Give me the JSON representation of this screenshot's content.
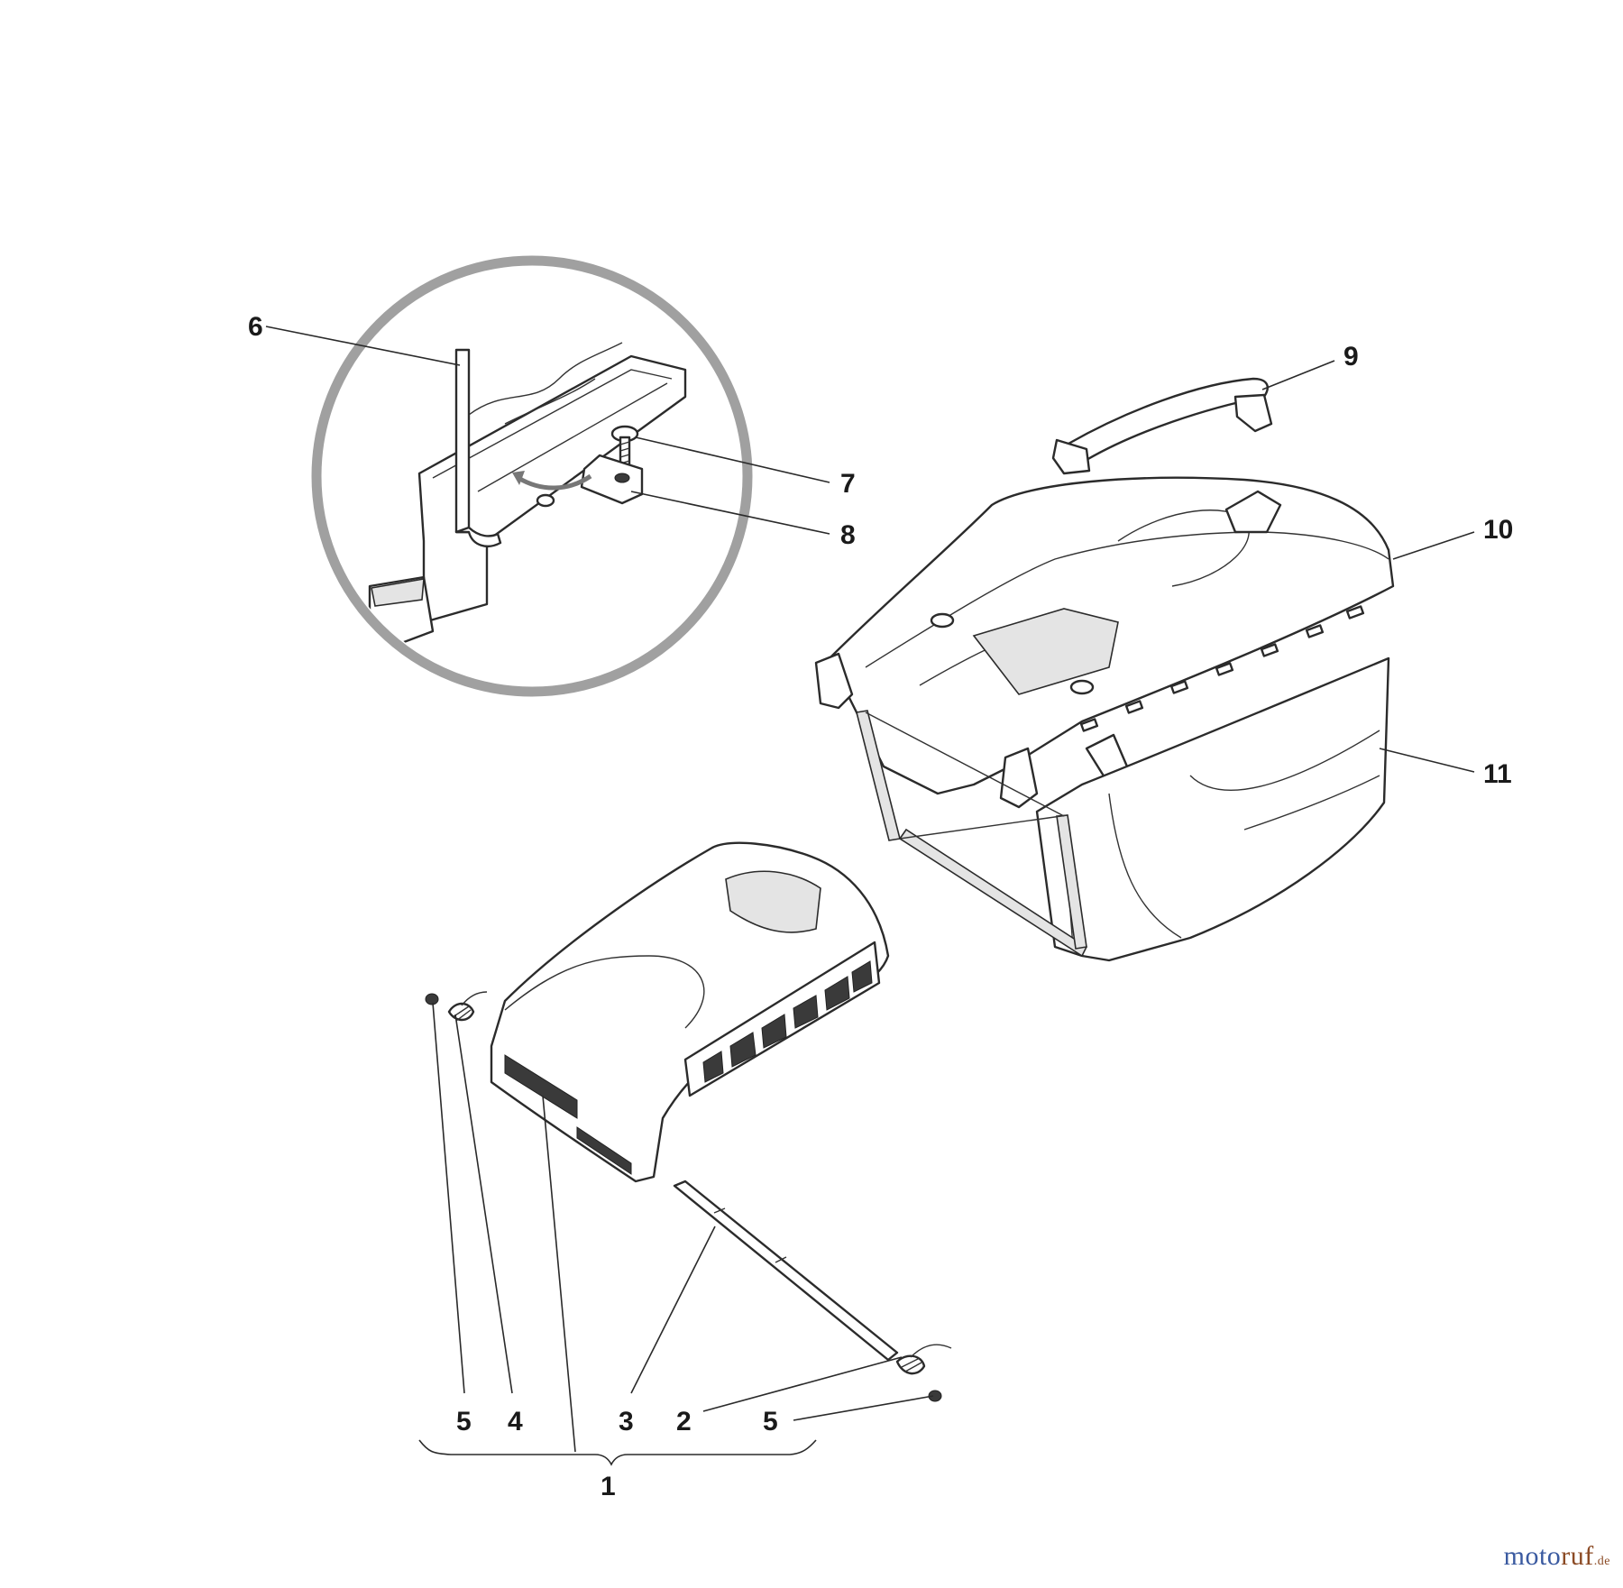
{
  "callouts": {
    "c1": "1",
    "c2": "2",
    "c3": "3",
    "c4": "4",
    "c5a": "5",
    "c5b": "5",
    "c6": "6",
    "c7": "7",
    "c8": "8",
    "c9": "9",
    "c10": "10",
    "c11": "11"
  },
  "watermark": {
    "part1": "moto",
    "part2": "ruf",
    "tld": ".de"
  },
  "colors": {
    "linework": "#2b2b2b",
    "detail_circle": "#a0a0a0",
    "watermark_blue": "#3a5aa0",
    "watermark_brown": "#8b4a24"
  }
}
